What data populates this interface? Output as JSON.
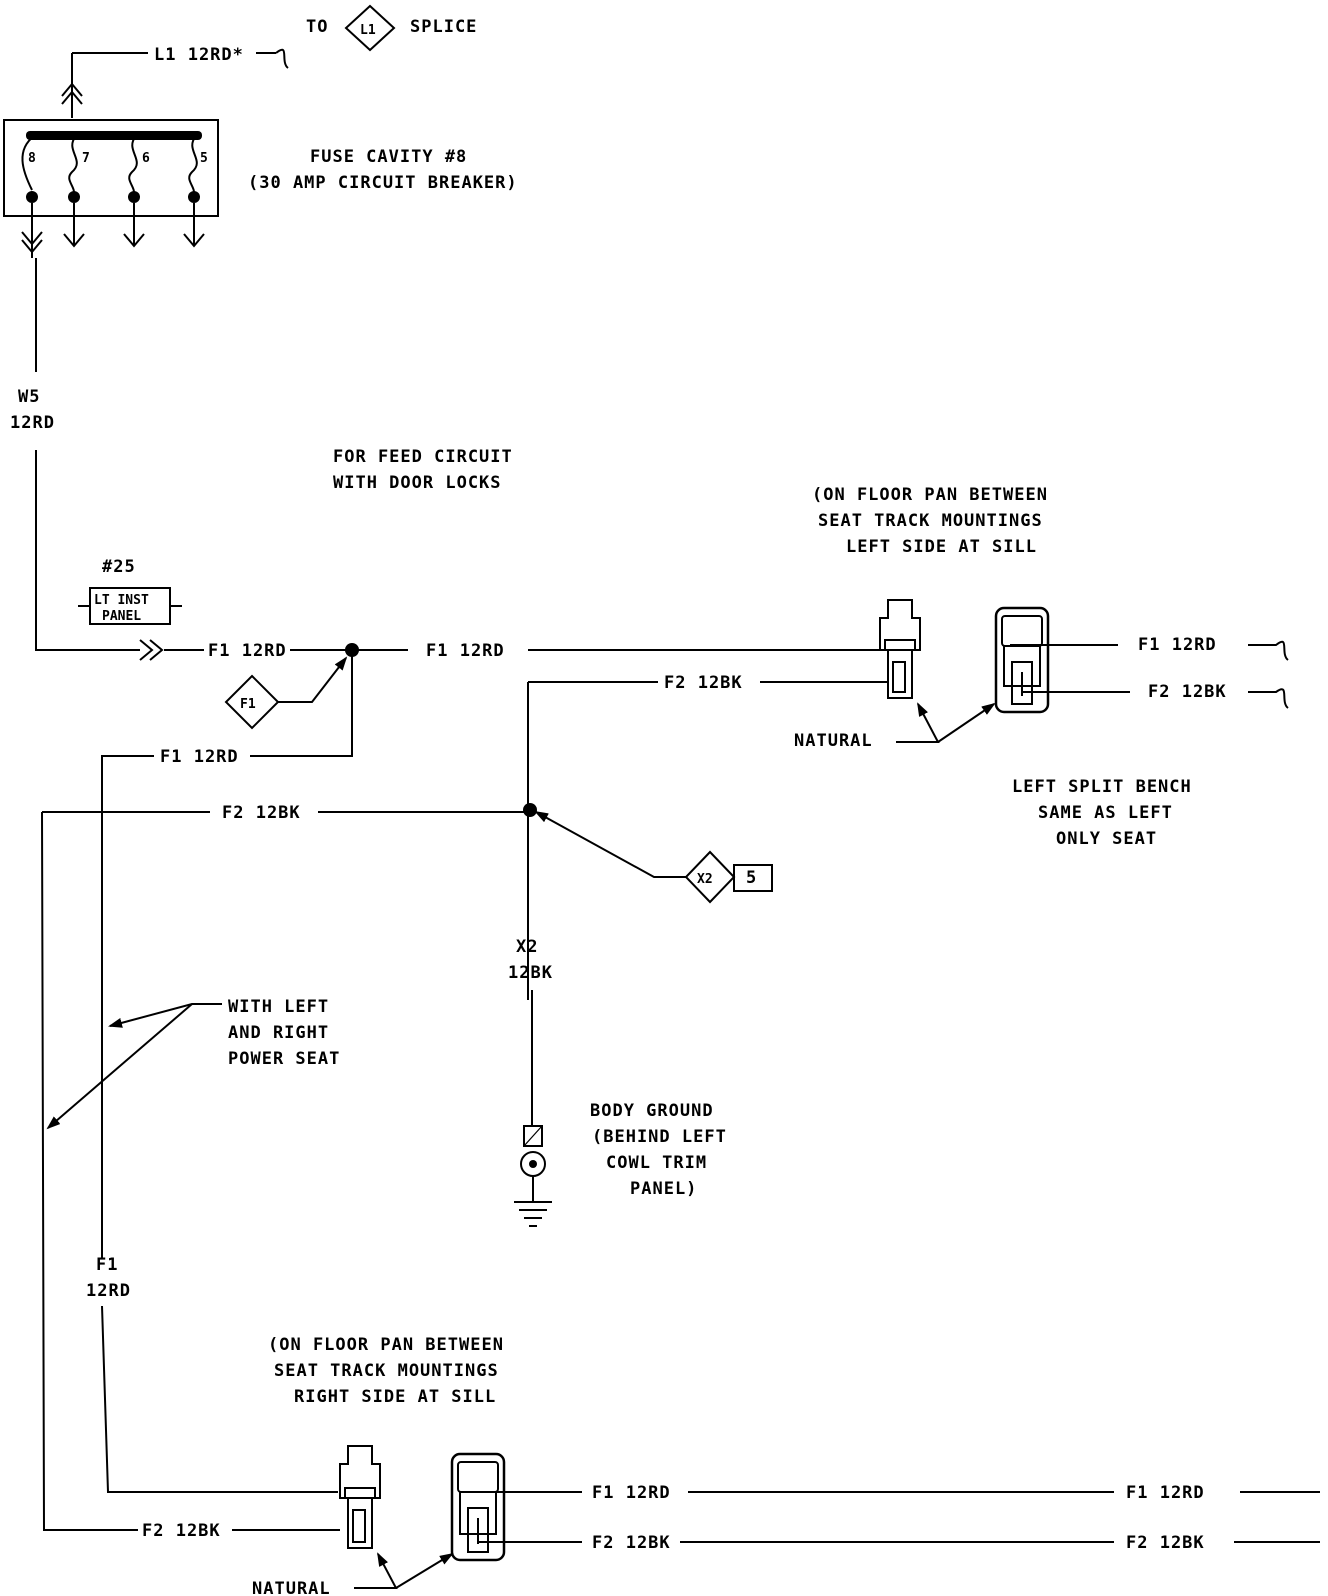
{
  "top": {
    "to": "TO",
    "splice_symbol": "L1",
    "splice": "SPLICE",
    "wire_l1": "L1 12RD*"
  },
  "fuse": {
    "pins": [
      "8",
      "7",
      "6",
      "5"
    ],
    "title_line1": "FUSE CAVITY #8",
    "title_line2": "(30 AMP CIRCUIT BREAKER)"
  },
  "w5": {
    "line1": "W5",
    "line2": "12RD"
  },
  "feed_note": {
    "line1": "FOR FEED CIRCUIT",
    "line2": "WITH DOOR LOCKS"
  },
  "connector25": {
    "number": "#25",
    "line1": "LT INST",
    "line2": "PANEL"
  },
  "wires": {
    "f1_12rd": "F1 12RD",
    "f2_12bk": "F2 12BK"
  },
  "splice_f1": "F1",
  "splice_x2": {
    "symbol": "X2",
    "number": "5"
  },
  "x2_wire": {
    "line1": "X2",
    "line2": "12BK"
  },
  "left_mount": {
    "line1": "(ON FLOOR PAN BETWEEN",
    "line2": "SEAT TRACK MOUNTINGS",
    "line3": "LEFT SIDE AT SILL"
  },
  "natural": "NATURAL",
  "split_bench": {
    "line1": "LEFT SPLIT BENCH",
    "line2": "SAME AS LEFT",
    "line3": "ONLY SEAT"
  },
  "power_seat": {
    "line1": "WITH LEFT",
    "line2": "AND RIGHT",
    "line3": "POWER SEAT"
  },
  "ground": {
    "line1": "BODY GROUND",
    "line2": "(BEHIND LEFT",
    "line3": "COWL TRIM",
    "line4": "PANEL)"
  },
  "f1_vertical": {
    "line1": "F1",
    "line2": "12RD"
  },
  "right_mount": {
    "line1": "(ON FLOOR PAN BETWEEN",
    "line2": "SEAT TRACK MOUNTINGS",
    "line3": "RIGHT SIDE AT SILL"
  }
}
